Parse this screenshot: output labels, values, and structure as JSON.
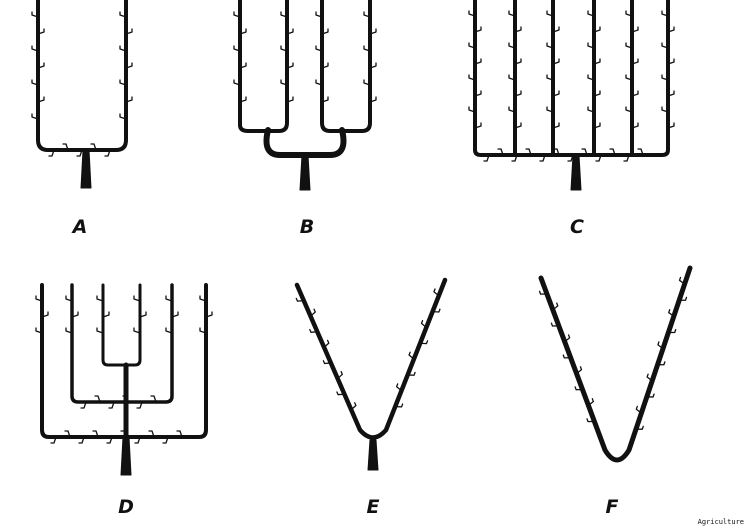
{
  "figures": [
    {
      "label": "A"
    },
    {
      "label": "B"
    },
    {
      "label": "C"
    },
    {
      "label": "D"
    },
    {
      "label": "E"
    },
    {
      "label": "F"
    }
  ],
  "credit": "Agriculture",
  "colors": {
    "ink": "#111111",
    "background": "#ffffff"
  }
}
